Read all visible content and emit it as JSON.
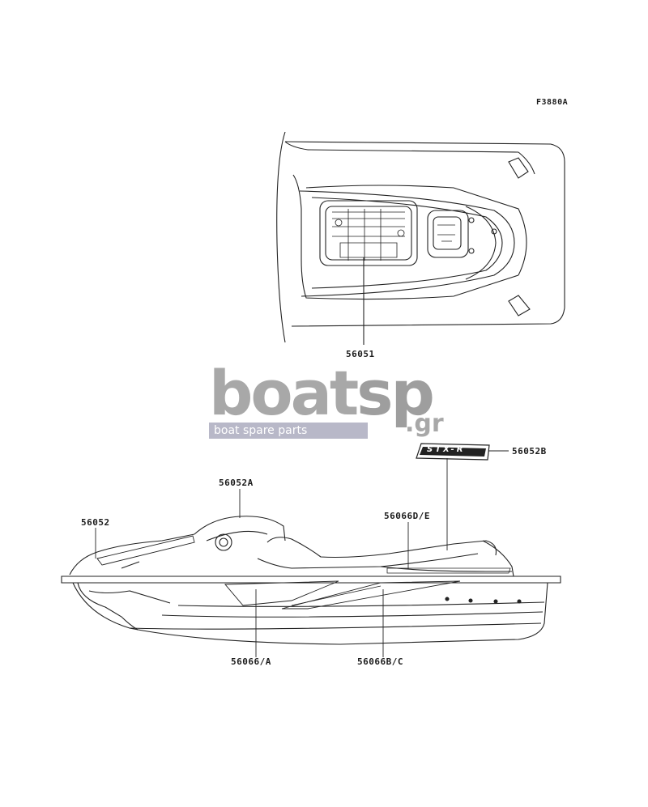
{
  "figure_code": "F3880A",
  "parts": {
    "p56051": "56051",
    "p56052B": "56052B",
    "p56052A": "56052A",
    "p56052": "56052",
    "p56066DE": "56066D/E",
    "p56066A": "56066/A",
    "p56066BC": "56066B/C"
  },
  "watermark": {
    "boat": "boat",
    "sp": "sp",
    "gr": ".gr",
    "tagline": "boat spare parts"
  },
  "decals": {
    "stx_r": "STX-R"
  },
  "colors": {
    "line": "#222222",
    "watermark": "#a8a8a8",
    "watermark_bar": "#b8b8c8"
  }
}
